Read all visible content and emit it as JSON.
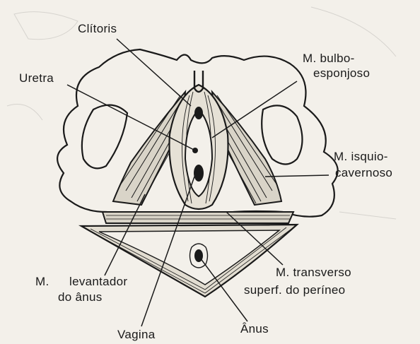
{
  "diagram": {
    "labels": {
      "clitoris": "Clítoris",
      "bulbo_line1": "M. bulbo-",
      "bulbo_line2": "esponjoso",
      "uretra": "Uretra",
      "isquio_line1": "M. isquio-",
      "isquio_line2": "cavernoso",
      "levantador_line1": "M.",
      "levantador_line2": "levantador",
      "levantador_line3": "do ânus",
      "transverso_line1": "M. transverso",
      "transverso_line2": "superf. do períneo",
      "vagina": "Vagina",
      "anus": "Ânus"
    }
  },
  "colors": {
    "ink": "#1a1a1a",
    "paper": "#f3f0ea"
  }
}
